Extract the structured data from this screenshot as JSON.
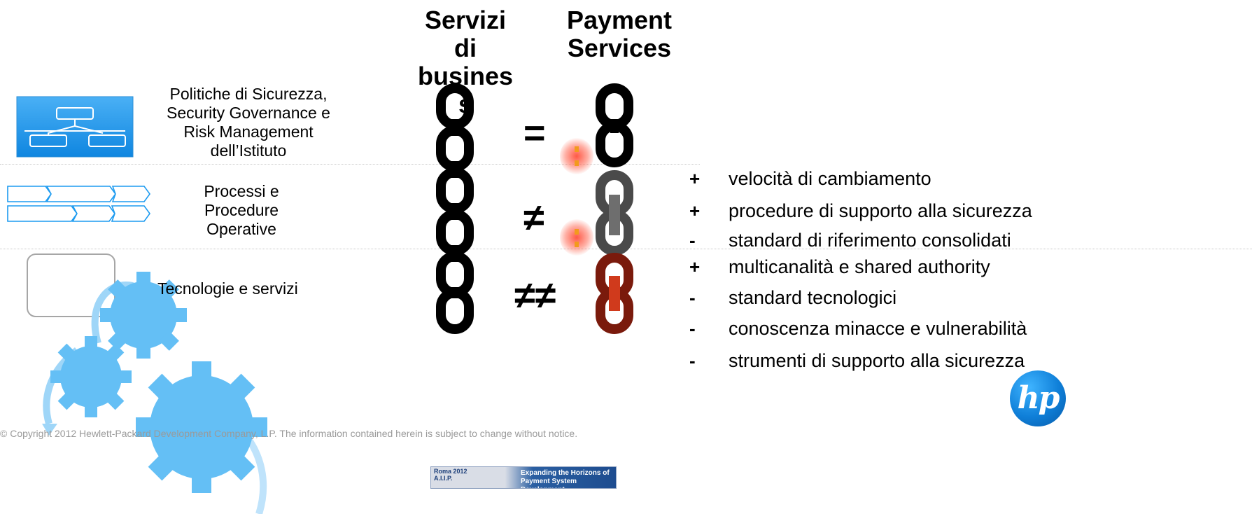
{
  "columns": {
    "left_header": "Servizi di busines s",
    "left_header_lines": [
      "Servizi",
      "di",
      "busines",
      "s"
    ],
    "right_header_lines": [
      "Payment",
      "Services"
    ]
  },
  "layers": [
    {
      "label": "Politiche di Sicurezza, Security Governance e Risk Management dell’Istituto",
      "lines": [
        "Politiche di Sicurezza,",
        "Security Governance e",
        "Risk Management",
        "dell’Istituto"
      ]
    },
    {
      "label": "Processi e Procedure Operative",
      "lines": [
        "Processi e",
        "Procedure",
        "Operative"
      ]
    },
    {
      "label": "Tecnologie e servizi",
      "lines": [
        "Tecnologie e servizi"
      ]
    }
  ],
  "comparisons": [
    "=",
    "≠",
    "≠≠"
  ],
  "factors": [
    {
      "sign": "+",
      "text": "velocità di cambiamento"
    },
    {
      "sign": "+",
      "text": "procedure di supporto alla sicurezza"
    },
    {
      "sign": "-",
      "text": "standard di riferimento consolidati"
    },
    {
      "sign": "+",
      "text": "multicanalità e shared authority"
    },
    {
      "sign": "-",
      "text": "standard tecnologici"
    },
    {
      "sign": "-",
      "text": "conoscenza minacce e vulnerabilità"
    },
    {
      "sign": "-",
      "text": "strumenti di supporto alla sicurezza"
    }
  ],
  "copyright": "© Copyright 2012 Hewlett-Packard Development Company, L.P.  The information contained herein is subject to change without notice.",
  "banner": {
    "left_lines": [
      "Roma 2012",
      "A.I.I.P."
    ],
    "right_lines": [
      "Expanding the Horizons of",
      "Payment System Development"
    ]
  },
  "logo": "hp",
  "colors": {
    "icon_blue": "#1d9bf0",
    "gear_blue": "#64bff5",
    "chain_black": "#000000",
    "chain_gray": "#4a4a4a",
    "chain_red": "#7a1a0c",
    "glow_red": "#ff5a4a"
  }
}
